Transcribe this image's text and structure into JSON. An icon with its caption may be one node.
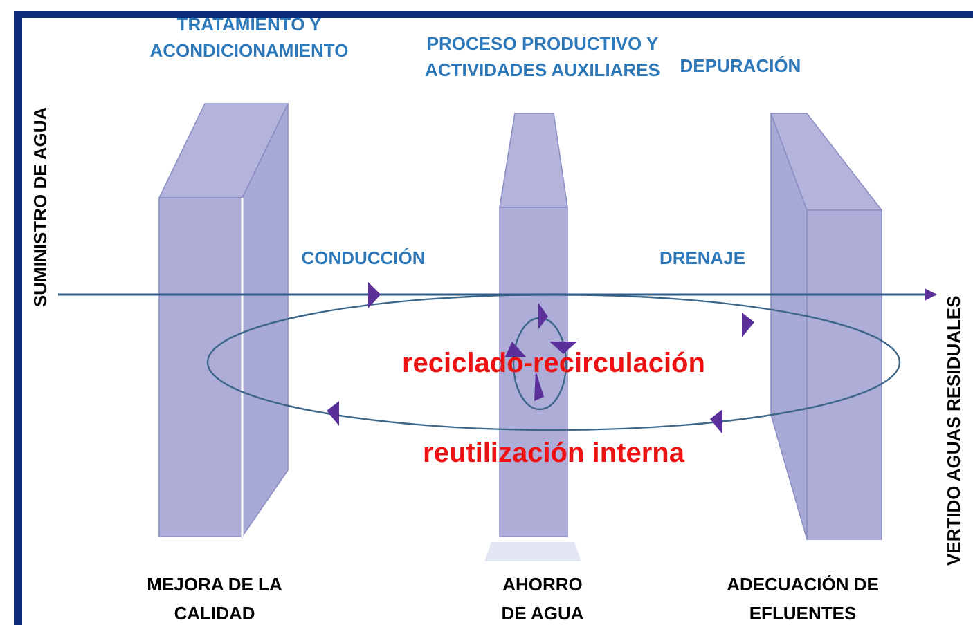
{
  "diagram": {
    "nodes": [
      {
        "text": [
          "SUMINISTRO DE AGUA"
        ]
      },
      {
        "text": [
          "VERTIDO AGUAS RESIDUALES"
        ]
      }
    ],
    "edges": [
      {
        "from": 0,
        "to": 1,
        "arrow": "to"
      }
    ],
    "labels": [
      "TRATAMIENTO Y ACONDICIONAMIENTO",
      "PROCESO PRODUCTIVO Y ACTIVIDADES AUXILIARES",
      "DEPURACIÓN",
      "CONDUCCIÓN",
      "DRENAJE",
      "reciclado-recirculación",
      "reutilización interna",
      "MEJORA DE LA CALIDAD",
      "AHORRO DE AGUA",
      "ADECUACIÓN DE EFLUENTES"
    ]
  }
}
